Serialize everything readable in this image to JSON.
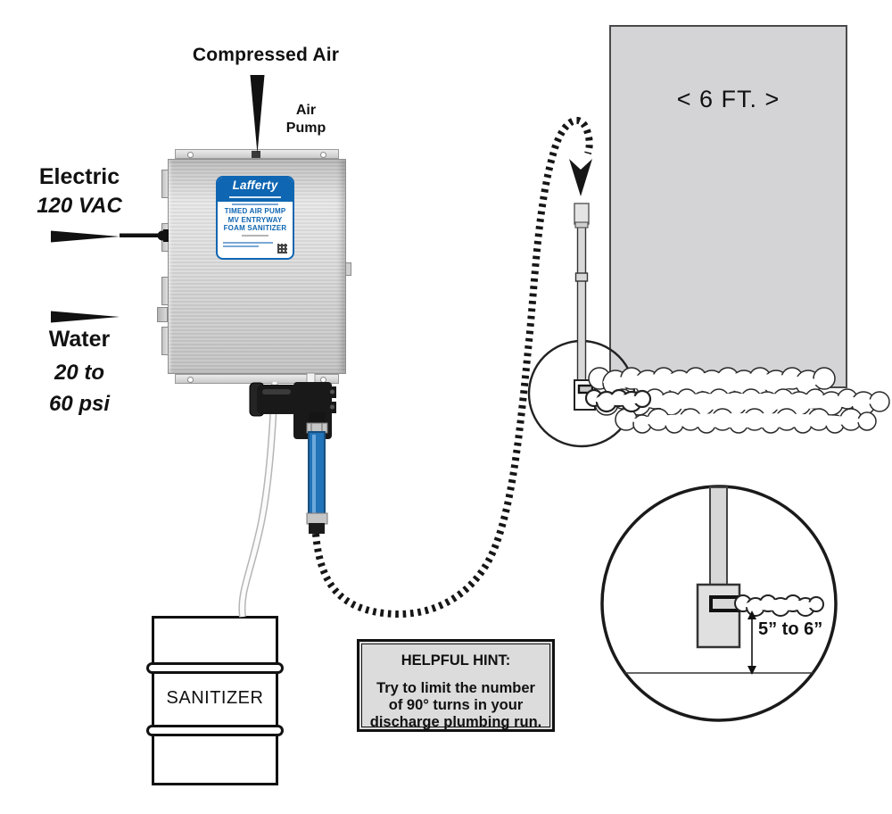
{
  "diagram": {
    "labels": {
      "compressed_air": "Compressed Air",
      "air_pump": "Air\nPump",
      "electric": "Electric",
      "electric_value": "120 VAC",
      "water": "Water",
      "water_value": "20 to\n60 psi",
      "wall_distance": "< 6 FT. >",
      "drum": "SANITIZER",
      "mount_height": "5” to 6”"
    },
    "unit_label": {
      "brand": "Lafferty",
      "line1": "TIMED AIR PUMP",
      "line2": "MV ENTRYWAY",
      "line3": "FOAM SANITIZER"
    },
    "hint": {
      "title": "HELPFUL HINT:",
      "body": "Try to limit the number\nof 90° turns in your\ndischarge plumbing run."
    },
    "colors": {
      "label_blue": "#0f66b2",
      "hose_blue": "#2273b8",
      "wall_gray": "#d4d4d6",
      "hint_gray": "#dcdcdc"
    }
  }
}
